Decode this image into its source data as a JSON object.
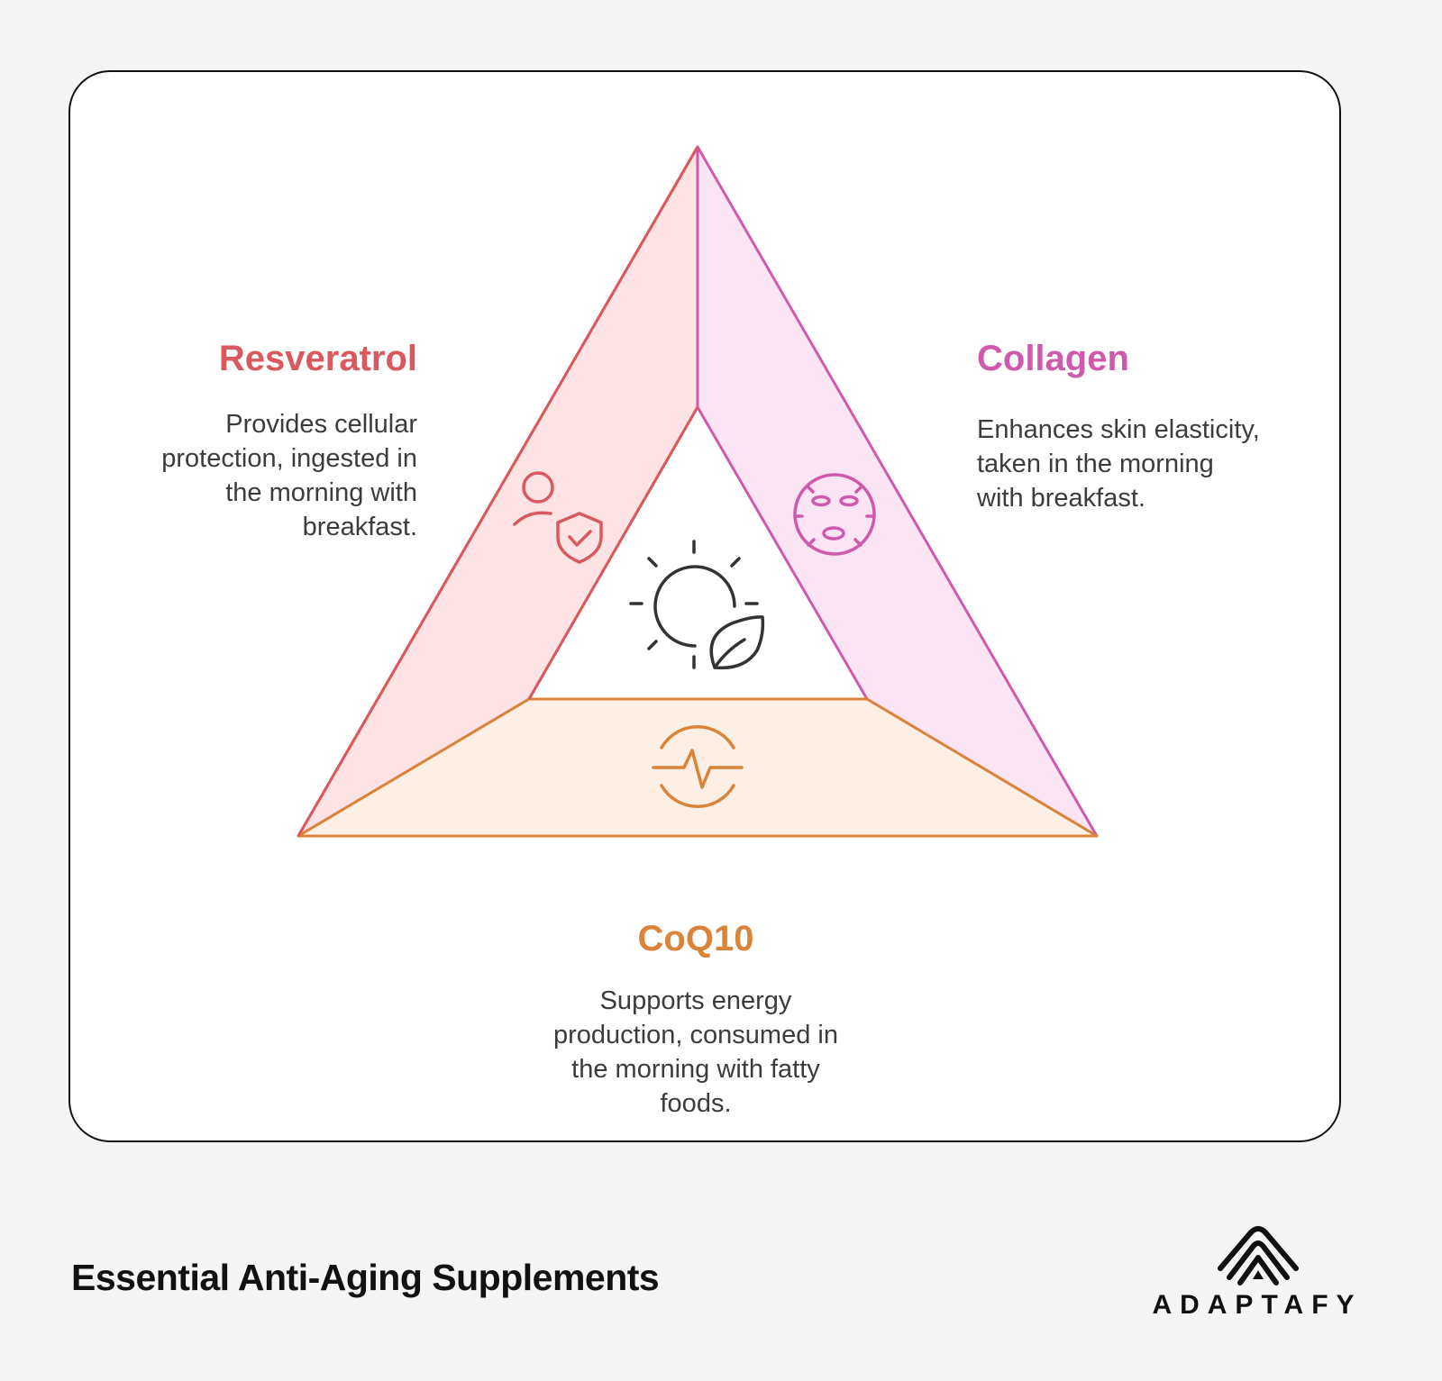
{
  "diagram": {
    "type": "triangle-segments",
    "segments": [
      {
        "id": "resveratrol",
        "title": "Resveratrol",
        "description": "Provides cellular protection, ingested in the morning with breakfast.",
        "description_lines": [
          "Provides cellular",
          "protection, ingested in",
          "the morning with",
          "breakfast."
        ],
        "icon": "user-shield-check-icon",
        "stroke_color": "#d9595e",
        "fill_color": "#fde3e3",
        "position": "left"
      },
      {
        "id": "collagen",
        "title": "Collagen",
        "description": "Enhances skin elasticity, taken in the morning with breakfast.",
        "description_lines": [
          "Enhances skin elasticity,",
          "taken in the morning",
          "with breakfast."
        ],
        "icon": "face-mask-icon",
        "stroke_color": "#cf5aab",
        "fill_color": "#fbe4f3",
        "position": "right"
      },
      {
        "id": "coq10",
        "title": "CoQ10",
        "description": "Supports energy production, consumed in the morning with fatty foods.",
        "description_lines": [
          "Supports energy",
          "production, consumed in",
          "the morning with fatty",
          "foods."
        ],
        "icon": "heartbeat-pulse-icon",
        "stroke_color": "#d9843a",
        "fill_color": "#fdefe4",
        "position": "bottom"
      }
    ],
    "center_icon": "sun-leaf-icon",
    "center_icon_color": "#333333"
  },
  "footer": {
    "title": "Essential Anti-Aging Supplements",
    "brand": "ADAPTAFY",
    "brand_icon": "adaptafy-logo-icon"
  },
  "colors": {
    "background": "#f5f5f5",
    "card": "#ffffff",
    "card_border": "#111111",
    "text": "#3c3c3c"
  }
}
